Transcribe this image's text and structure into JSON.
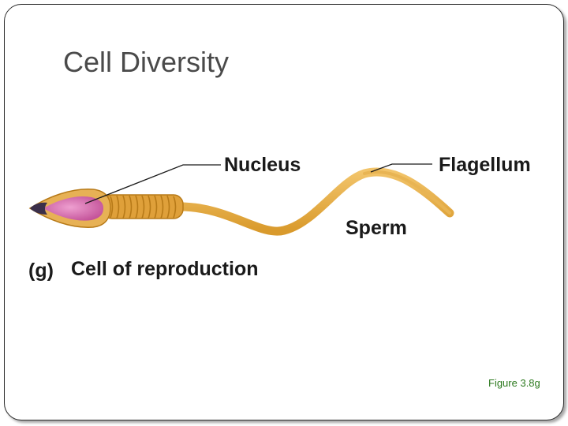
{
  "slide": {
    "title": "Cell Diversity",
    "figure_ref": "Figure 3.8g"
  },
  "diagram": {
    "labels": {
      "nucleus": "Nucleus",
      "flagellum": "Flagellum",
      "sperm": "Sperm",
      "caption_letter": "(g)",
      "caption_text": "Cell of reproduction"
    },
    "colors": {
      "cell_body": "#e3a63c",
      "cell_outline": "#b77a18",
      "nucleus": "#cc5fa3",
      "tip": "#3b2f4a",
      "figure_ref": "#2d7a1f"
    },
    "icons": [
      "sperm-cell-illustration"
    ]
  }
}
